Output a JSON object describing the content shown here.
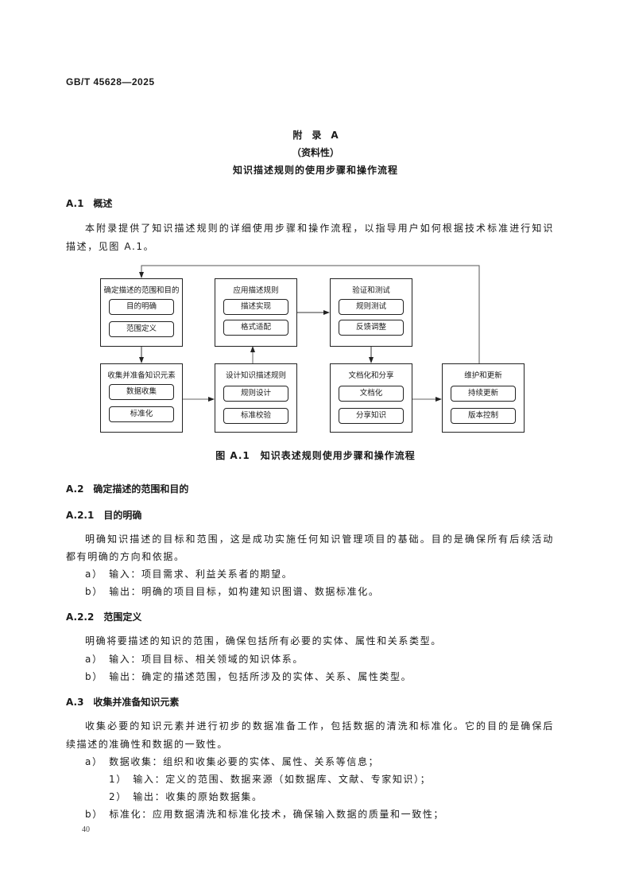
{
  "header": {
    "standard_no": "GB/T 45628—2025"
  },
  "title": {
    "annex": "附　录　A",
    "nature": "（资料性）",
    "name": "知识描述规则的使用步骤和操作流程"
  },
  "a1": {
    "heading": "A.1　概述",
    "para": [
      "本附录提供了知识描述规则的详细使用步骤和操作流程，以指导用户如何根据技术标准进行知识",
      "描述，见图 A.1。"
    ]
  },
  "figure": {
    "boxes": [
      {
        "title": "确定描述的范围和目的",
        "items": [
          "目的明确",
          "范围定义"
        ]
      },
      {
        "title": "收集并准备知识元素",
        "items": [
          "数据收集",
          "标准化"
        ]
      },
      {
        "title": "应用描述规则",
        "items": [
          "描述实现",
          "格式适配"
        ]
      },
      {
        "title": "设计知识描述规则",
        "items": [
          "规则设计",
          "标准校验"
        ]
      },
      {
        "title": "验证和测试",
        "items": [
          "规则测试",
          "反馈调整"
        ]
      },
      {
        "title": "文档化和分享",
        "items": [
          "文档化",
          "分享知识"
        ]
      },
      {
        "title": "维护和更新",
        "items": [
          "持续更新",
          "版本控制"
        ]
      }
    ],
    "caption": "图 A.1　知识表述规则使用步骤和操作流程"
  },
  "a2": {
    "heading": "A.2　确定描述的范围和目的",
    "a21": {
      "heading": "A.2.1　目的明确",
      "para": [
        "明确知识描述的目标和范围，这是成功实施任何知识管理项目的基础。目的是确保所有后续活动",
        "都有明确的方向和依据。"
      ],
      "a": "a）　输入：项目需求、利益关系者的期望。",
      "b": "b）　输出：明确的项目目标，如构建知识图谱、数据标准化。"
    },
    "a22": {
      "heading": "A.2.2　范围定义",
      "para": "明确将要描述的知识的范围，确保包括所有必要的实体、属性和关系类型。",
      "a": "a）　输入：项目目标、相关领域的知识体系。",
      "b": "b）　输出：确定的描述范围，包括所涉及的实体、关系、属性类型。"
    }
  },
  "a3": {
    "heading": "A.3　收集并准备知识元素",
    "para": [
      "收集必要的知识元素并进行初步的数据准备工作，包括数据的清洗和标准化。它的目的是确保后",
      "续描述的准确性和数据的一致性。"
    ],
    "a": "a）　数据收集：组织和收集必要的实体、属性、关系等信息；",
    "a1": "1）　输入：定义的范围、数据来源（如数据库、文献、专家知识）；",
    "a2": "2）　输出：收集的原始数据集。",
    "b": "b）　标准化：应用数据清洗和标准化技术，确保输入数据的质量和一致性；"
  },
  "footer": {
    "page": "40"
  }
}
